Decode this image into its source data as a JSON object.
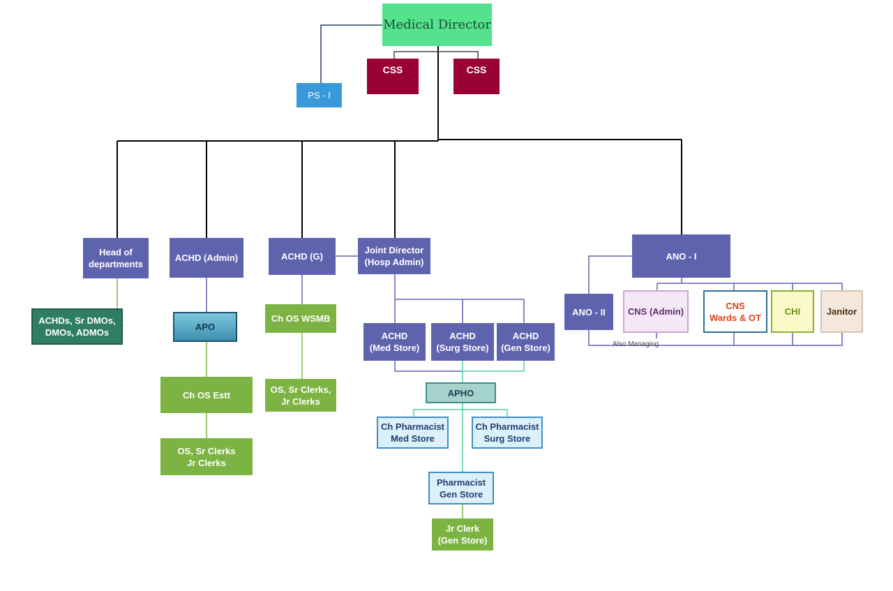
{
  "nodes": {
    "medical_director": "Medical Director",
    "css_1": "CSS",
    "css_2": "CSS",
    "ps_1": "PS - I",
    "head_of_departments": "Head of\ndepartments",
    "achds_sr_dmos": "ACHDs, Sr DMOs,\nDMOs, ADMOs",
    "achd_admin": "ACHD (Admin)",
    "apo": "APO",
    "ch_os_estt": "Ch OS Estt",
    "os_sr_clerks_jr_clerks_admin": "OS, Sr Clerks\nJr Clerks",
    "achd_g": "ACHD (G)",
    "ch_os_wsmb": "Ch OS WSMB",
    "os_sr_clerks_jr_clerks_g": "OS, Sr Clerks,\nJr Clerks",
    "joint_director": "Joint Director\n(Hosp Admin)",
    "achd_med_store": "ACHD\n(Med Store)",
    "achd_surg_store": "ACHD\n(Surg Store)",
    "achd_gen_store": "ACHD\n(Gen Store)",
    "apho": "APHO",
    "ch_pharmacist_med_store": "Ch Pharmacist\nMed Store",
    "ch_pharmacist_surg_store": "Ch Pharmacist\nSurg Store",
    "pharmacist_gen_store": "Pharmacist\nGen Store",
    "jr_clerk_gen_store": "Jr Clerk\n(Gen Store)",
    "ano_1": "ANO - I",
    "ano_2": "ANO - II",
    "cns_admin": "CNS (Admin)",
    "cns_wards_ot": "CNS\nWards & OT",
    "chi": "CHI",
    "janitor": "Janitor"
  },
  "annotations": {
    "also_managing": "Also Managing"
  },
  "colors": {
    "primary_purple": "#5e63ae",
    "staff_green": "#7cb342",
    "css_maroon": "#990033",
    "director_green": "#55e28d",
    "ps_blue": "#3a9ad9",
    "teal_dark": "#2e7d64",
    "connector_black": "#000000",
    "connector_purple": "#5e63ae",
    "connector_green": "#7cb342",
    "connector_mint": "#4fd1a5"
  }
}
